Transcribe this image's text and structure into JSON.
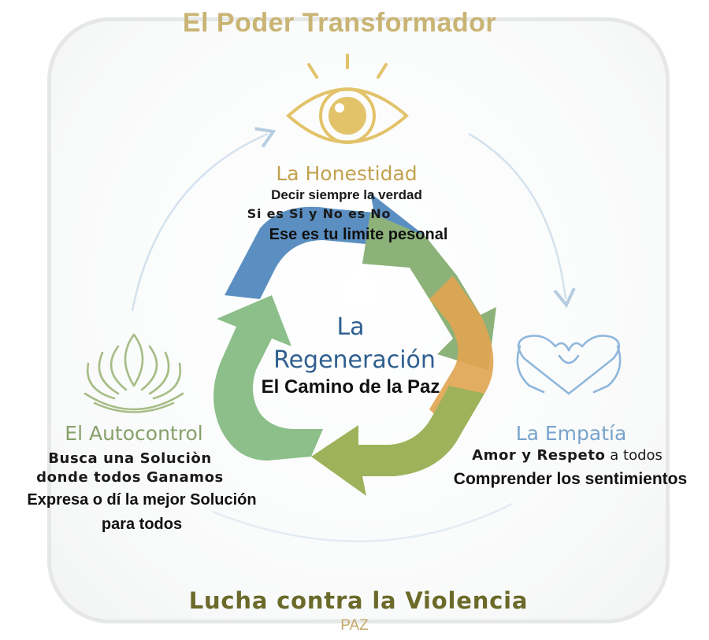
{
  "title": "El Poder Transformador",
  "honestidad": {
    "title": "La Honestidad",
    "line1": "Decir siempre la verdad",
    "line2": "Si es Si y No es No",
    "line3": "Ese es tu limite pesonal"
  },
  "center": {
    "line1": "La",
    "line2": "Regeneración",
    "line3": "El Camino de la Paz"
  },
  "autocontrol": {
    "title": "El Autocontrol",
    "line1": "Busca una Soluciòn",
    "line2": "donde todos Ganamos",
    "line3": "Expresa o dí la mejor Solución",
    "line4": "para todos"
  },
  "empatia": {
    "title": "La Empatía",
    "line1_bold": "Amor y Respeto",
    "line1_rest": " a todos",
    "line2": "Comprender los sentimientos"
  },
  "footer": {
    "headline": "Lucha contra la Violencia",
    "sub": "PAZ"
  },
  "icons": [
    "eye-icon",
    "lotus-icon",
    "heart-hands-icon",
    "recycle-arrows-icon"
  ],
  "colors": {
    "gold": "#c9b474",
    "blue": "#5b8fc1",
    "green": "#8fb27a",
    "orange": "#e0a450",
    "olive": "#6b6a2a"
  }
}
